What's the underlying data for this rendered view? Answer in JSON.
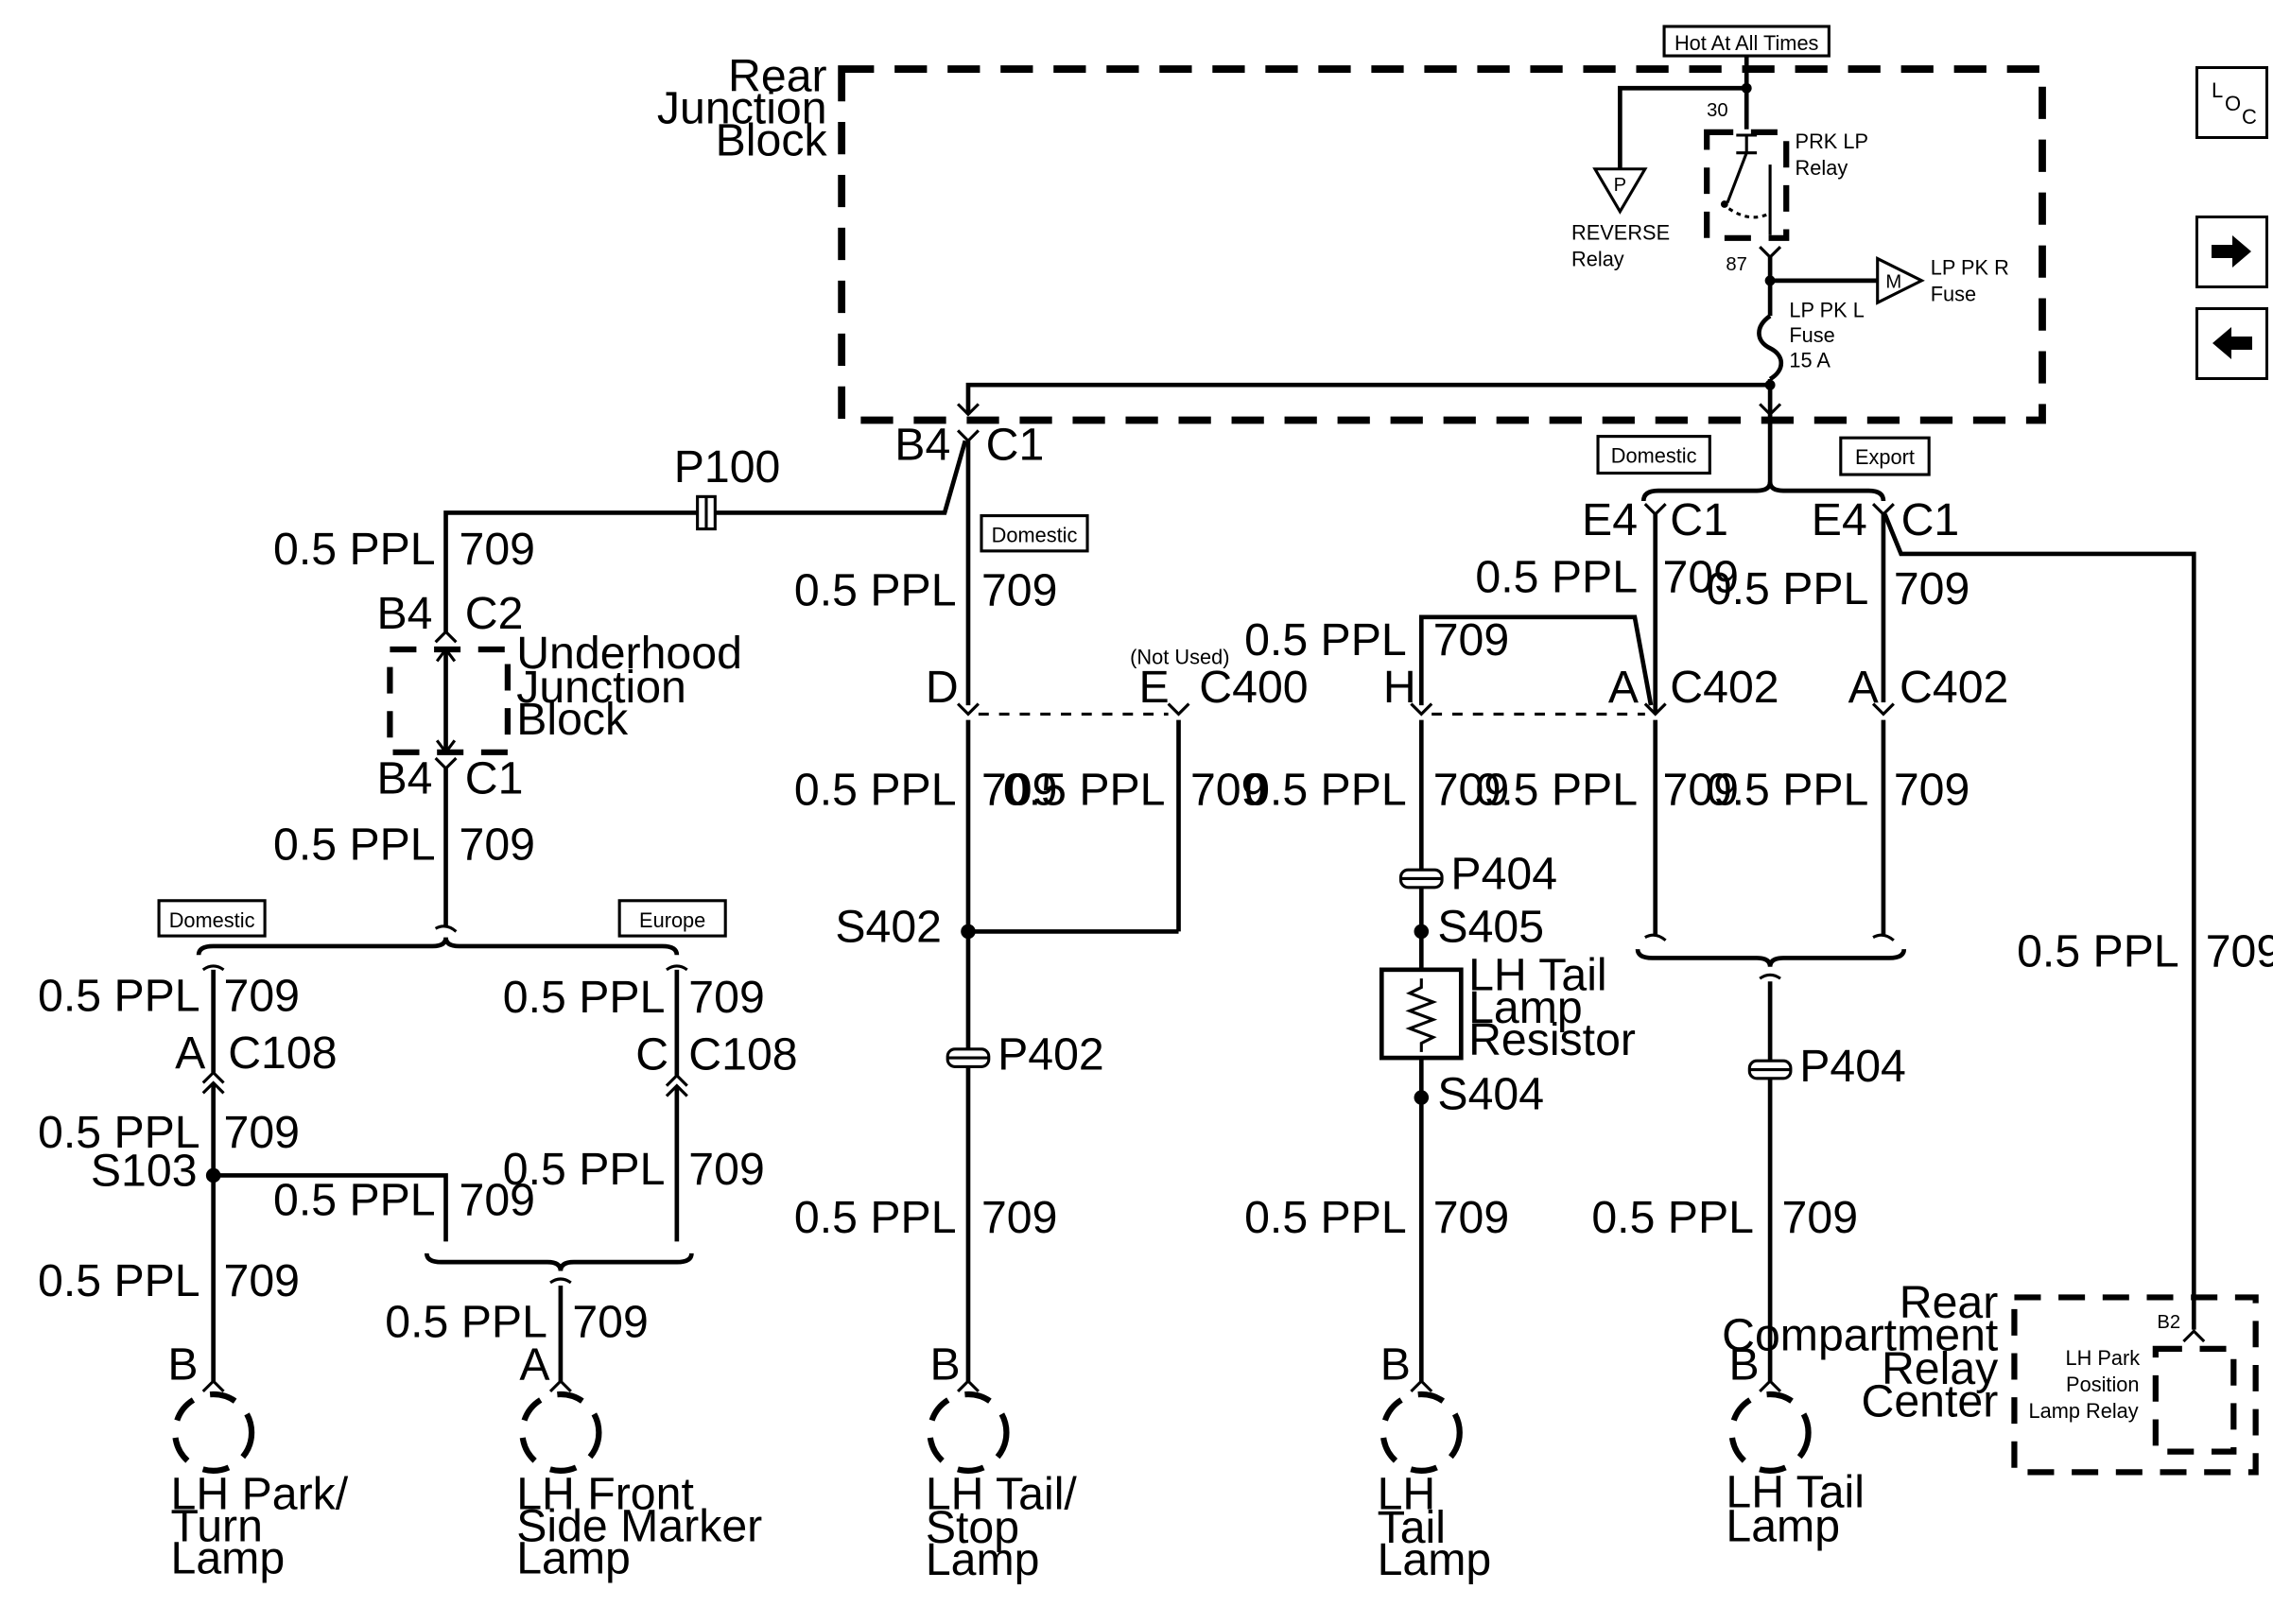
{
  "labels": {
    "rear_jb": [
      "Rear",
      "Junction",
      "Block"
    ],
    "hot": "Hot At All Times",
    "prk_relay": [
      "PRK LP",
      "Relay"
    ],
    "reverse_relay": [
      "REVERSE",
      "Relay"
    ],
    "p_sym": "P",
    "m_sym": "M",
    "lp_pk_r": [
      "LP PK R",
      "Fuse"
    ],
    "lp_pk_l": [
      "LP PK L",
      "Fuse",
      "15 A"
    ],
    "term_30": "30",
    "term_87": "87",
    "b4": "B4",
    "c1": "C1",
    "c2": "C2",
    "p100": "P100",
    "wire": "0.5 PPL",
    "circuit": "709",
    "domestic": "Domestic",
    "europe": "Europe",
    "export": "Export",
    "uhjb": [
      "Underhood",
      "Junction",
      "Block"
    ],
    "d": "D",
    "e": "E",
    "a": "A",
    "b": "B",
    "c": "C",
    "h": "H",
    "e4": "E4",
    "not_used": "(Not Used)",
    "c400": "C400",
    "c402": "C402",
    "c108": "C108",
    "s103": "S103",
    "s402": "S402",
    "s404": "S404",
    "s405": "S405",
    "p402": "P402",
    "p404": "P404",
    "resistor": [
      "LH Tail",
      "Lamp",
      "Resistor"
    ],
    "rcrc": [
      "Rear",
      "Compartment",
      "Relay",
      "Center"
    ],
    "lh_park_relay": [
      "LH Park",
      "Position",
      "Lamp Relay"
    ],
    "b2": "B2",
    "lamp_park_turn": [
      "LH Park/",
      "Turn",
      "Lamp"
    ],
    "lamp_side_marker": [
      "LH Front",
      "Side Marker",
      "Lamp"
    ],
    "lamp_tail_stop": [
      "LH Tail/",
      "Stop",
      "Lamp"
    ],
    "lamp_tail_1": [
      "LH",
      "Tail",
      "Lamp"
    ],
    "lamp_tail_2": [
      "LH Tail",
      "Lamp"
    ],
    "loc_l": "L",
    "loc_o": "O",
    "loc_c": "C"
  },
  "nav": {
    "locator_icon": "component-locator-icon",
    "next_icon": "arrow-right-icon",
    "prev_icon": "arrow-left-icon"
  }
}
